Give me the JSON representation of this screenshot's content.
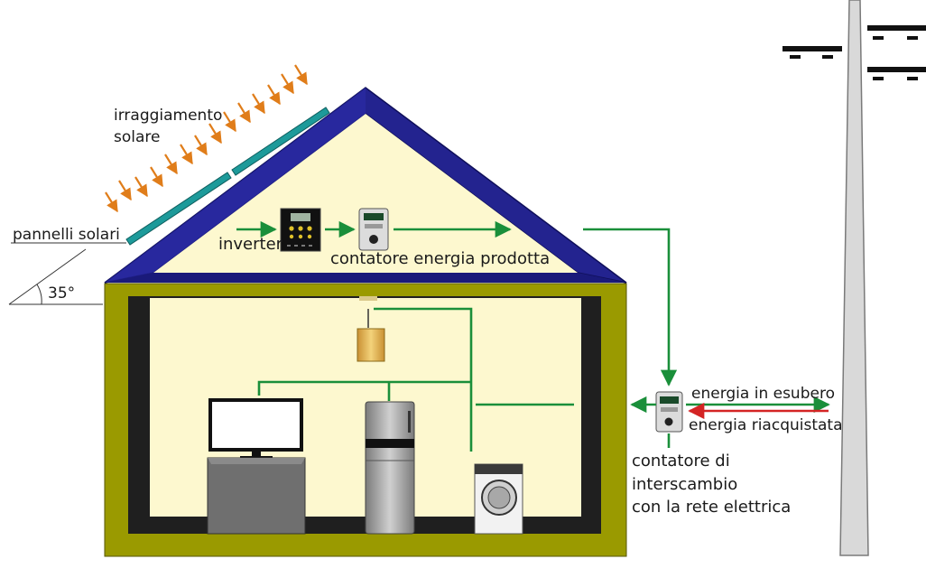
{
  "labels": {
    "solar_irradiation_line1": "irraggiamento",
    "solar_irradiation_line2": "solare",
    "solar_panels": "pannelli solari",
    "tilt_angle": "35°",
    "inverter": "inverter",
    "production_meter": "contatore energia prodotta",
    "surplus_energy": "energia in esubero",
    "repurchased_energy": "energia riacquistata",
    "exchange_meter_line1": "contatore di",
    "exchange_meter_line2": "interscambio",
    "exchange_meter_line3": "con la rete elettrica"
  },
  "colors": {
    "roof": "#23238f",
    "roof_inner": "#fdf8cf",
    "wall": "#9a9a00",
    "interior": "#fdf8cf",
    "floor": "#1f1f1f",
    "panel": "#1d9a9a",
    "sun_ray": "#e07d1a",
    "flow_green": "#1a8f3a",
    "flow_red": "#d42424",
    "pole": "#d9d9d9"
  },
  "icons": {
    "inverter": "inverter-icon",
    "production_meter": "meter-icon",
    "exchange_meter": "meter-icon",
    "lamp": "lamp-icon",
    "tv": "tv-icon",
    "fridge": "fridge-icon",
    "washer": "washing-machine-icon",
    "pole": "utility-pole-icon"
  }
}
